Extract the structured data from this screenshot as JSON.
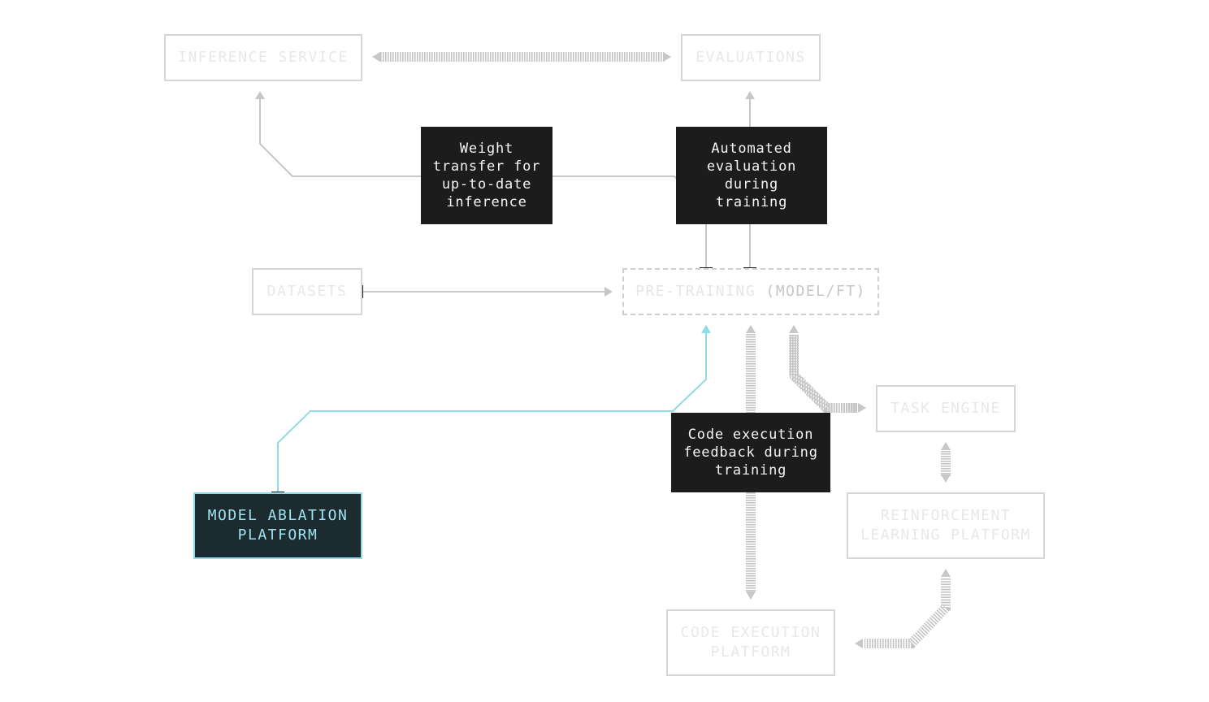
{
  "nodes": {
    "inference_service": "INFERENCE SERVICE",
    "evaluations": "EVALUATIONS",
    "datasets": "DATASETS",
    "pretraining": "PRE-TRAINING",
    "pretraining_suffix": "(MODEL/FT)",
    "task_engine": "TASK ENGINE",
    "model_ablation": "MODEL ABLATION\nPLATFORM",
    "rl_platform": "REINFORCEMENT\nLEARNING PLATFORM",
    "code_execution_platform": "CODE EXECUTION\nPLATFORM"
  },
  "labels": {
    "weight_transfer": "Weight\ntransfer for\nup-to-date\ninference",
    "automated_eval": "Automated\nevaluation\nduring\ntraining",
    "code_feedback": "Code execution\nfeedback during\ntraining"
  },
  "colors": {
    "wire": "#c7c7c7",
    "active_wire": "#8fdbe6",
    "label_bg": "#1c1c1c",
    "active_bg": "#1c2b30"
  }
}
